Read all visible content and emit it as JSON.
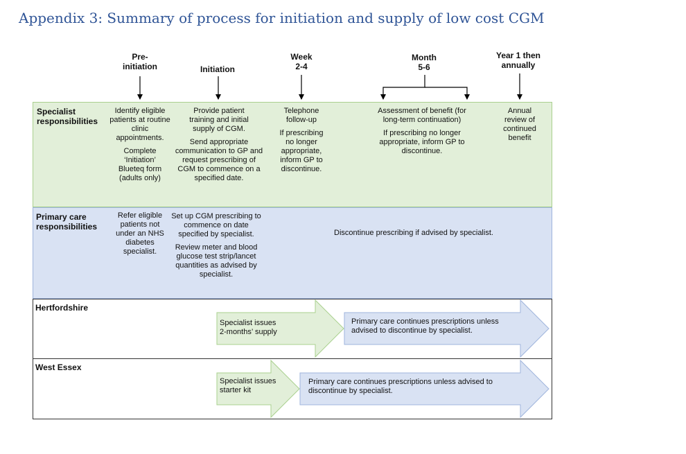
{
  "title": "Appendix 3: Summary of process for initiation and supply of low cost CGM",
  "phases": {
    "pre_initiation": "Pre-\ninitiation",
    "initiation": "Initiation",
    "week": "Week\n2-4",
    "month": "Month\n5-6",
    "year": "Year 1 then\nannually"
  },
  "specialist": {
    "label": "Specialist\nresponsibilities",
    "pre_initiation_p1": "Identify eligible patients at routine clinic appointments.",
    "pre_initiation_p2": "Complete ‘Initiation’ Blueteq form (adults only)",
    "initiation_p1": "Provide patient training and initial supply of CGM.",
    "initiation_p2": "Send appropriate communication to GP and request prescribing of CGM to commence on a specified date.",
    "week_p1": "Telephone follow-up",
    "week_p2": "If prescribing no longer appropriate, inform GP to discontinue.",
    "month_p1": "Assessment of benefit (for long-term continuation)",
    "month_p2": "If prescribing no longer appropriate, inform GP to discontinue.",
    "year_p1": "Annual review of continued benefit"
  },
  "primary": {
    "label": "Primary care\nresponsibilities",
    "pre_initiation": "Refer eligible patients not under an NHS diabetes specialist.",
    "initiation_p1": "Set up CGM prescribing to commence on date specified by specialist.",
    "initiation_p2": "Review meter and blood glucose test strip/lancet quantities as advised by specialist.",
    "ongoing": "Discontinue prescribing if advised by specialist."
  },
  "hertfordshire": {
    "label": "Hertfordshire",
    "specialist_arrow": "Specialist issues\n2-months’ supply",
    "primary_arrow": "Primary care continues prescriptions unless\nadvised to discontinue by specialist."
  },
  "west_essex": {
    "label": "West Essex",
    "specialist_arrow": "Specialist issues\nstarter kit",
    "primary_arrow": "Primary care continues prescriptions unless advised to\ndiscontinue by specialist."
  },
  "colors": {
    "title": "#2f5496",
    "green_fill": "#e2efd9",
    "green_border": "#a9d08e",
    "blue_fill": "#d9e2f3",
    "blue_border": "#9fb4dc"
  }
}
